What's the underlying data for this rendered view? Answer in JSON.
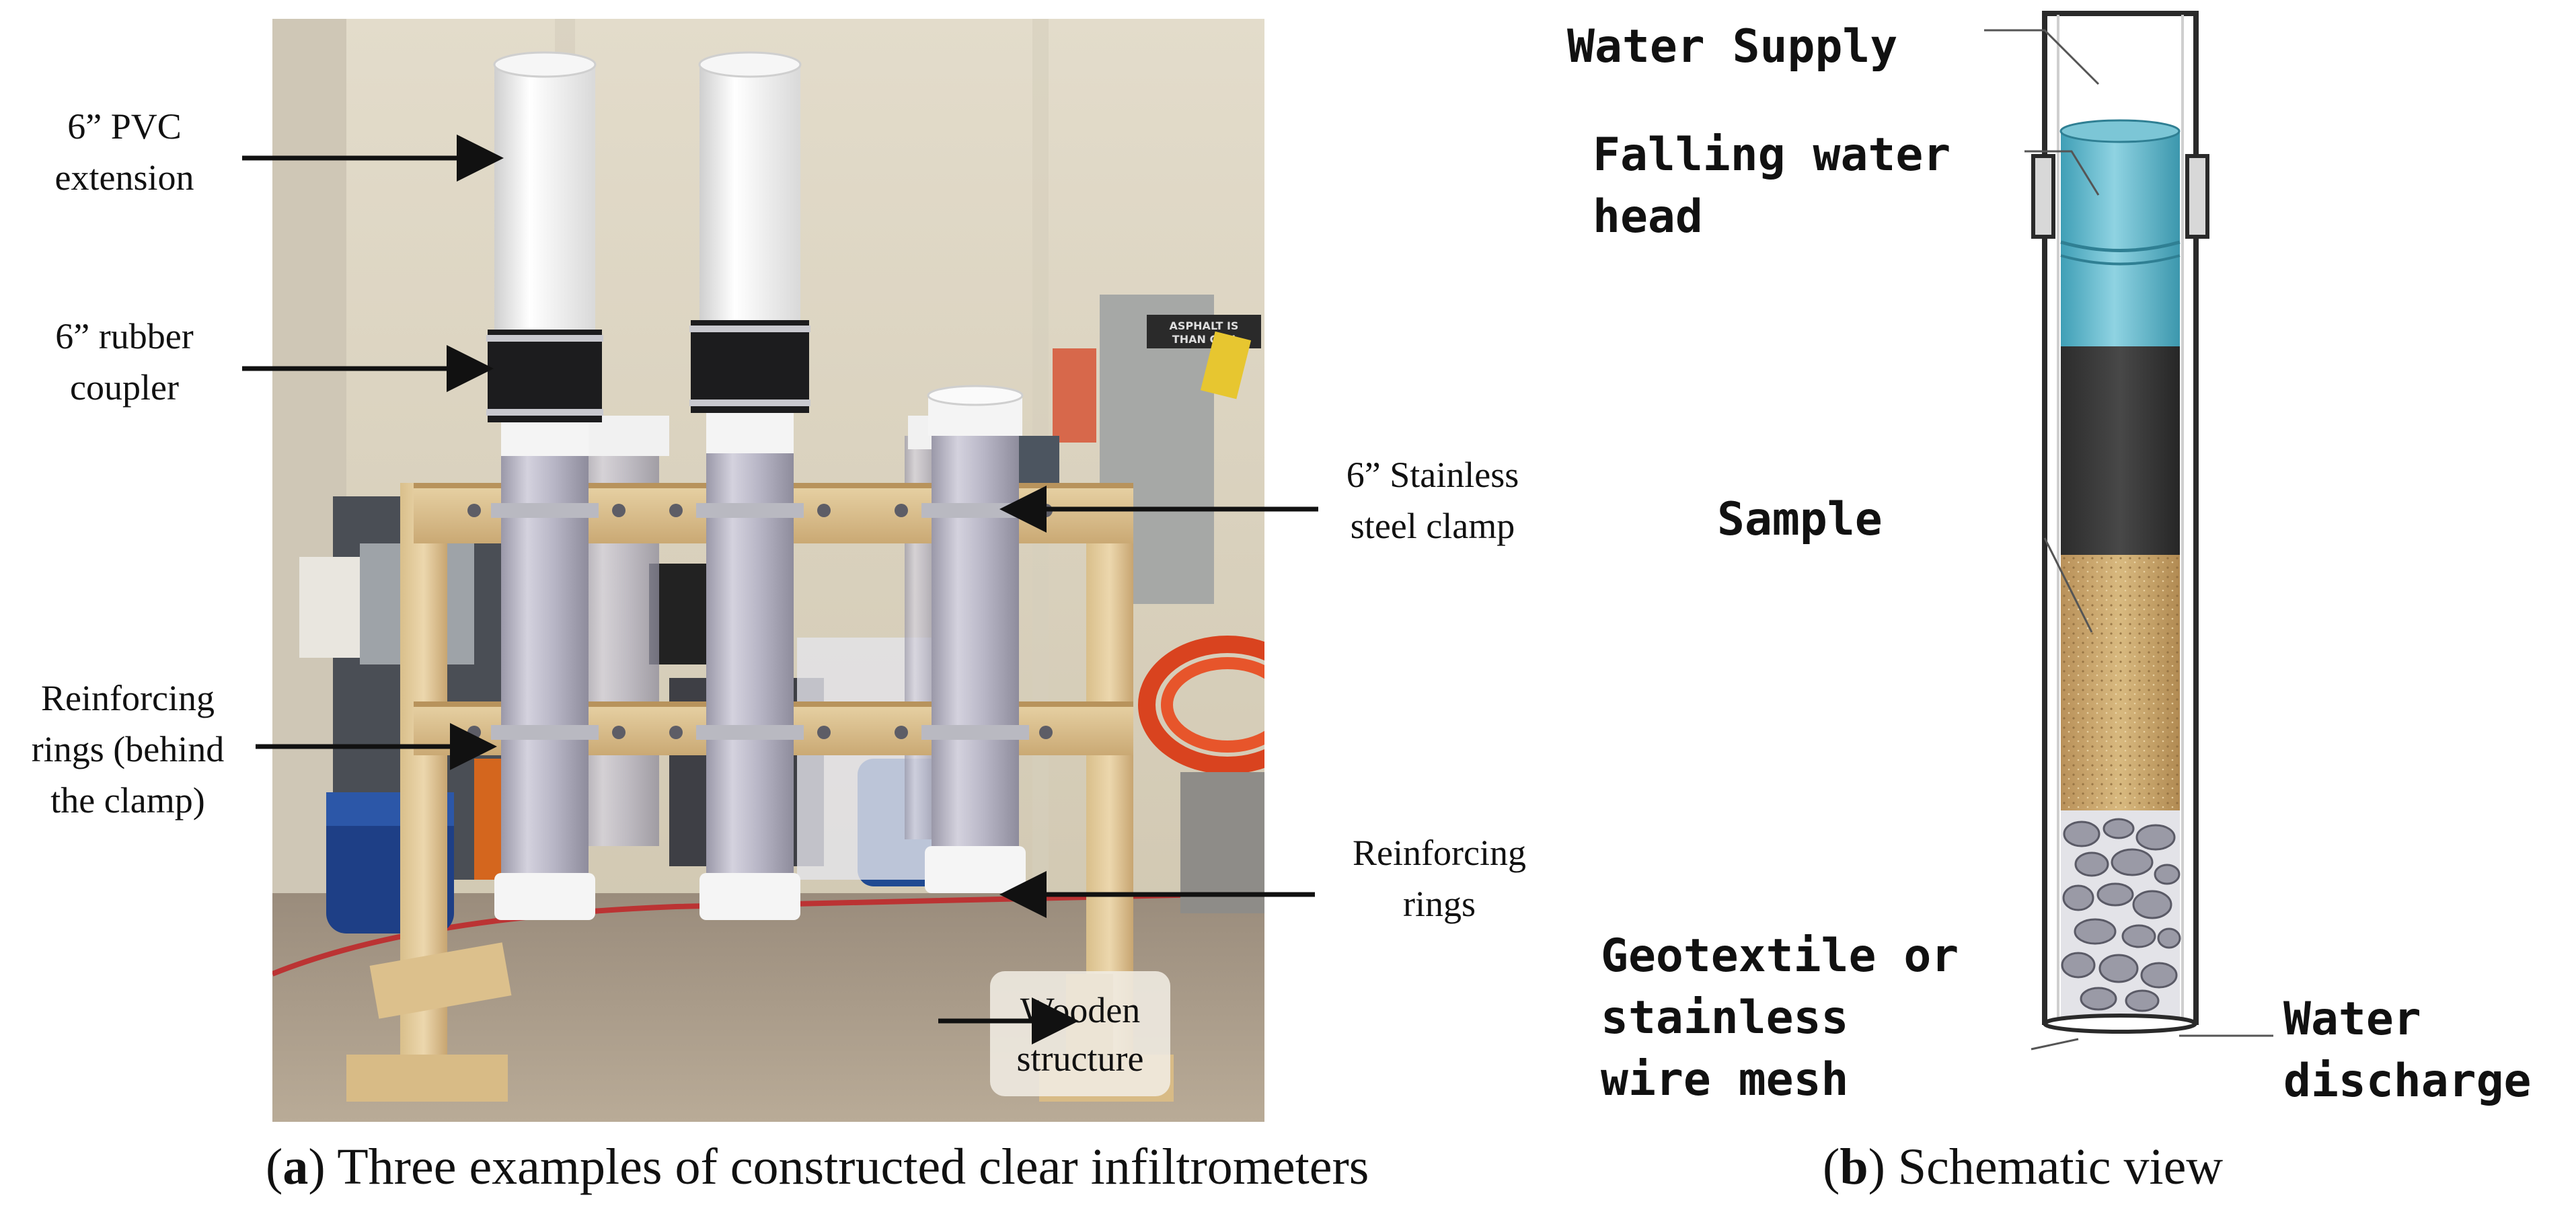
{
  "panel_a": {
    "caption_letter": "a",
    "caption_text": " Three examples of constructed clear infiltrometers",
    "labels": {
      "pvc_extension": "6” PVC\nextension",
      "rubber_coupler": "6” rubber\ncoupler",
      "stainless_clamp": "6” Stainless\nsteel clamp",
      "reinforcing_rings_behind": "Reinforcing\nrings (behind\nthe clamp)",
      "reinforcing_rings": "Reinforcing\nrings",
      "wooden_structure": "Wooden\nstructure"
    },
    "background_sign": "ASPHALT IS\nTHAN CON"
  },
  "panel_b": {
    "caption_letter": "b",
    "caption_text": " Schematic view",
    "labels": {
      "water_supply": "Water Supply",
      "falling_head": "Falling water\nhead",
      "sample": "Sample",
      "geotextile": "Geotextile or\nstainless\nwire mesh",
      "water_discharge": "Water\ndischarge"
    },
    "colors": {
      "water": "#5fb8cc",
      "dark_layer": "#3a3a3a",
      "sample": "#c9a66b",
      "gravel": "#9a9aa6"
    }
  }
}
